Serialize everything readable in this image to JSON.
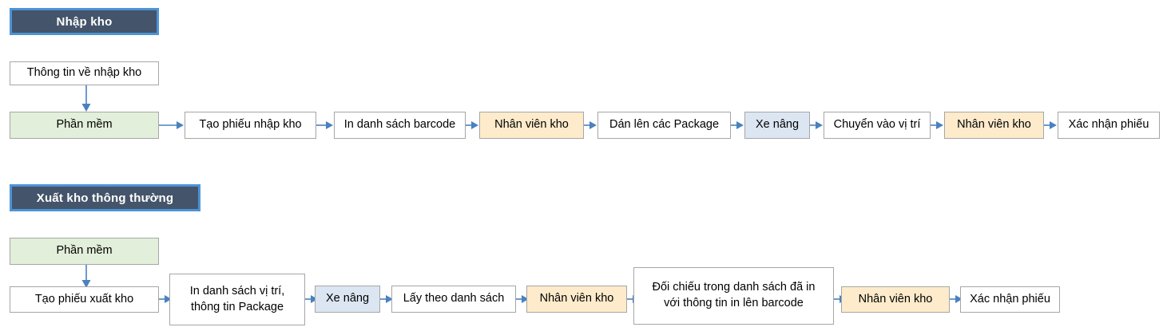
{
  "palette": {
    "banner_fill": "#44546A",
    "banner_border": "#4C93D6",
    "banner_text": "#FFFFFF",
    "node_border": "#A6A6A6",
    "node_fill_default": "#FFFFFF",
    "node_fill_green": "#E2EFDA",
    "node_fill_yellow": "#FDEBCB",
    "node_fill_blue": "#DCE6F2",
    "arrow": "#4A81BF",
    "page_background": "#FFFFFF"
  },
  "sections": [
    {
      "id": "inbound",
      "banner": "Nhập kho",
      "input_node": {
        "label": "Thông tin về nhập kho",
        "fill": "default"
      },
      "nodes": [
        {
          "label": "Phần mềm",
          "fill": "green"
        },
        {
          "label": "Tạo phiếu nhập kho",
          "fill": "default"
        },
        {
          "label": "In danh sách barcode",
          "fill": "default"
        },
        {
          "label": "Nhân viên kho",
          "fill": "yellow"
        },
        {
          "label": "Dán lên các Package",
          "fill": "default"
        },
        {
          "label": "Xe nâng",
          "fill": "blue"
        },
        {
          "label": "Chuyển vào vị trí",
          "fill": "default"
        },
        {
          "label": "Nhân viên kho",
          "fill": "yellow"
        },
        {
          "label": "Xác nhận phiếu",
          "fill": "default"
        }
      ]
    },
    {
      "id": "outbound",
      "banner": "Xuất kho thông thường",
      "input_node": {
        "label": "Phần mềm",
        "fill": "green"
      },
      "nodes": [
        {
          "label": "Tạo phiếu xuất kho",
          "fill": "default"
        },
        {
          "label": "In danh sách vị trí,\nthông tin Package",
          "fill": "default"
        },
        {
          "label": "Xe nâng",
          "fill": "blue"
        },
        {
          "label": "Lấy theo danh sách",
          "fill": "default"
        },
        {
          "label": "Nhân viên kho",
          "fill": "yellow"
        },
        {
          "label": "Đối chiếu trong danh sách đã in\nvới thông tin in lên barcode",
          "fill": "default"
        },
        {
          "label": "Nhân viên kho",
          "fill": "yellow"
        },
        {
          "label": "Xác nhận phiếu",
          "fill": "default"
        }
      ]
    }
  ]
}
